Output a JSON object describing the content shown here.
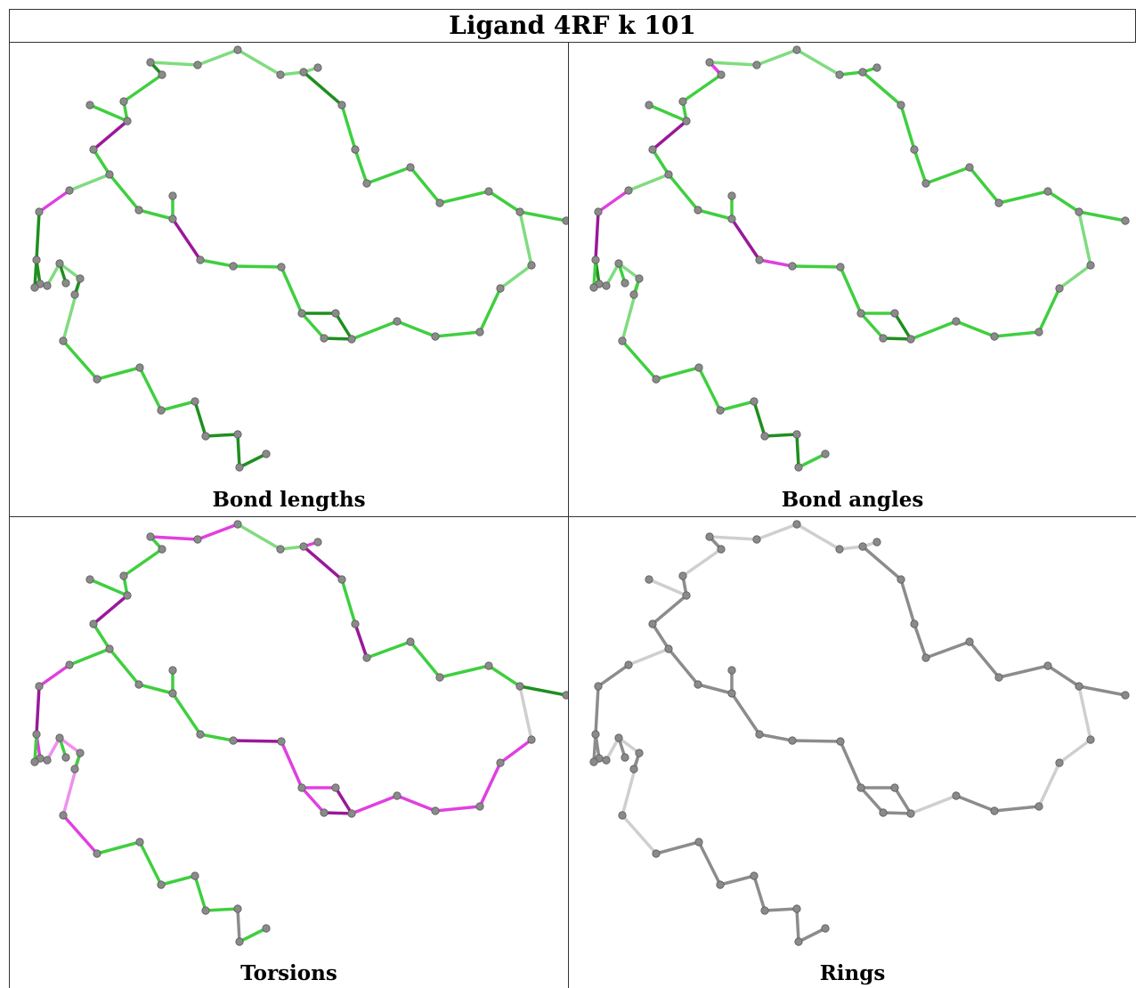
{
  "title": "Ligand 4RF k 101",
  "panels": [
    {
      "caption": "Bond lengths",
      "mode": "lengths"
    },
    {
      "caption": "Bond angles",
      "mode": "angles"
    },
    {
      "caption": "Torsions",
      "mode": "torsions"
    },
    {
      "caption": "Rings",
      "mode": "rings"
    }
  ],
  "colors": {
    "green": "#3fcf3f",
    "dark_green": "#1f8f1f",
    "light_green": "#7fdc7f",
    "magenta": "#e040e0",
    "dark_magenta": "#9a189a",
    "light_magenta": "#ef8fef",
    "gray": "#8c8c8c",
    "light_gray": "#cfcfcf",
    "atom": "#8a8a8a"
  }
}
